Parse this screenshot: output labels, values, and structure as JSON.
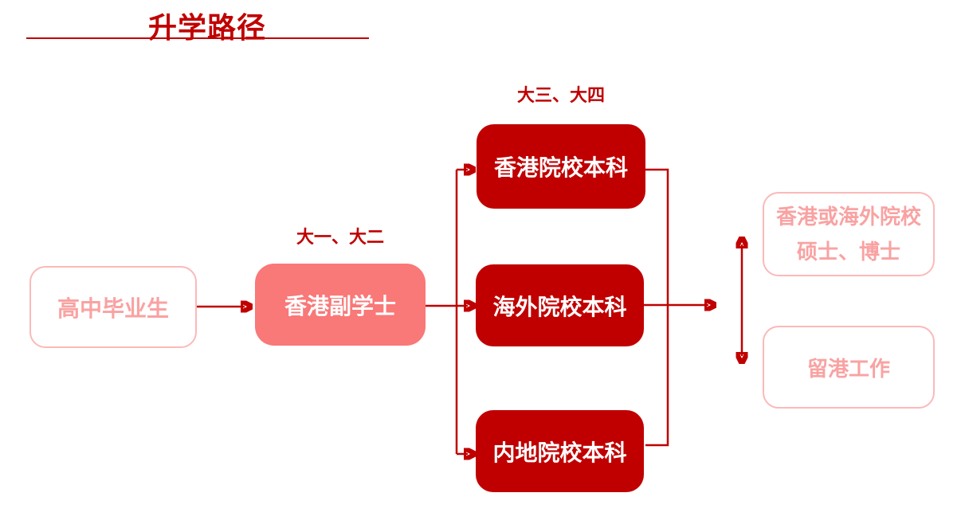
{
  "title": "升学路径",
  "stage_labels": {
    "stage1": "大一、大二",
    "stage2": "大三、大四"
  },
  "nodes": {
    "start": "高中毕业生",
    "associate": "香港副学士",
    "hk_bachelor": "香港院校本科",
    "overseas_bachelor": "海外院校本科",
    "mainland_bachelor": "内地院校本科",
    "postgrad_line1": "香港或海外院校",
    "postgrad_line2": "硕士、博士",
    "work": "留港工作"
  },
  "colors": {
    "dark_red": "#C00000",
    "salmon_fill": "#F97878",
    "pink_text": "#F9A2A2",
    "pink_border": "#FBB9B9",
    "background": "#FFFFFF",
    "box_text_on_fill": "#FFFFFF"
  }
}
